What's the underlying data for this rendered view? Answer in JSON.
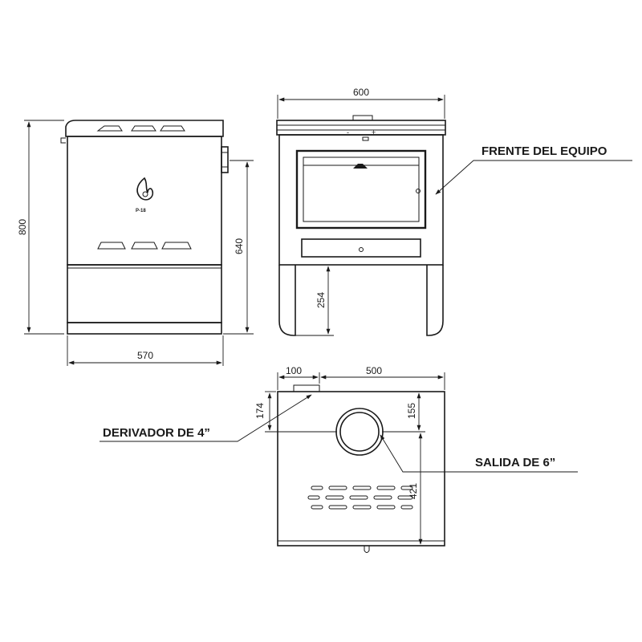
{
  "side_view": {
    "height_label": "800",
    "upper_height_label": "640",
    "width_label": "570",
    "model": "P-18",
    "icon": "flame-logo-icon"
  },
  "front_view": {
    "width_label": "600",
    "legs_height_label": "254",
    "minus_sign": "-",
    "plus_sign": "+",
    "callout": "FRENTE DEL EQUIPO"
  },
  "top_view": {
    "offset_label": "100",
    "width_label": "500",
    "left_depth_label": "174",
    "right_depth_label": "155",
    "outlet_depth_label": "421",
    "derivator_callout": "DERIVADOR DE 4”",
    "outlet_callout": "SALIDA DE 6”"
  }
}
